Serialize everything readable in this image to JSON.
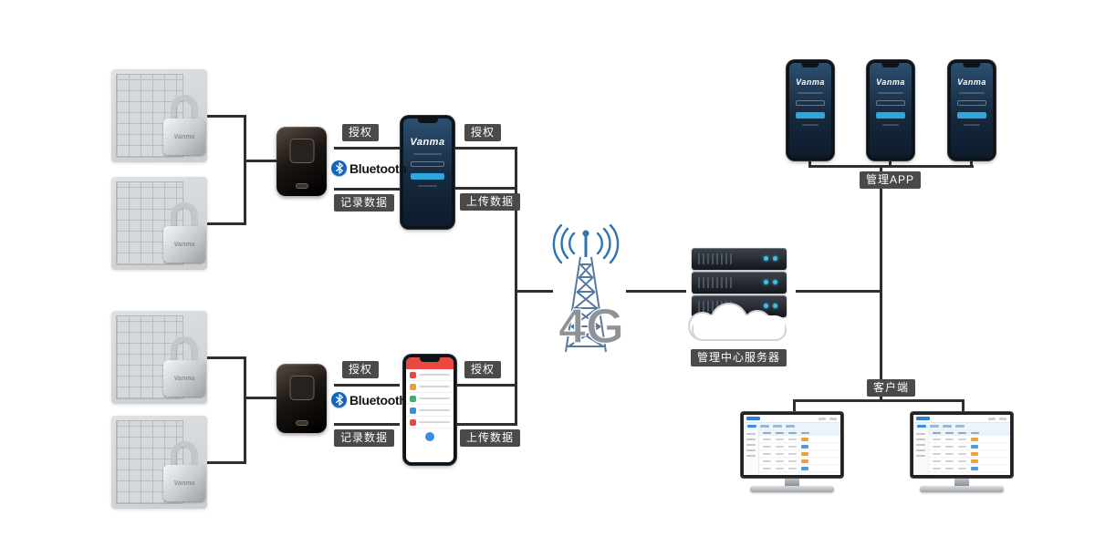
{
  "diagram": {
    "labels": {
      "authorize": "授权",
      "record_data": "记录数据",
      "upload_data": "上传数据",
      "bluetooth": "Bluetooth",
      "admin_app": "管理APP",
      "client": "客户端",
      "server": "管理中心服务器",
      "network": "4G",
      "brand": "Vanma"
    }
  }
}
